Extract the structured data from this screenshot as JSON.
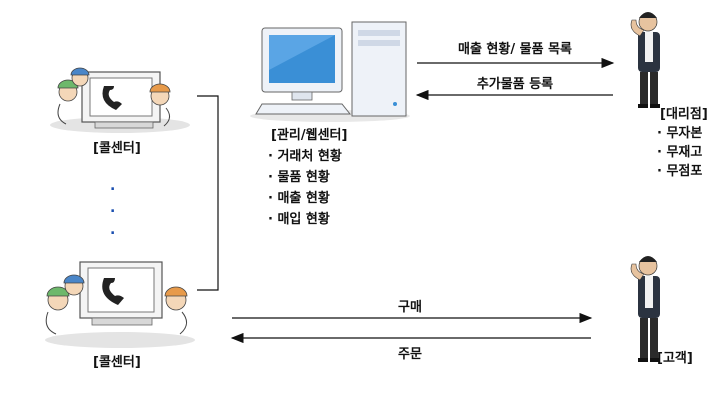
{
  "center": {
    "label": "[관리/웹센터]",
    "items": [
      "· 거래처 현황",
      "· 물품 현황",
      "· 매출 현황",
      "· 매입 현황"
    ]
  },
  "callcenter_top": {
    "label": "[콜센터]"
  },
  "callcenter_bottom": {
    "label": "[콜센터]"
  },
  "ellipsis": ".",
  "agency": {
    "label": "[대리점]",
    "items": [
      "· 무자본",
      "· 무재고",
      "· 무점포"
    ]
  },
  "customer": {
    "label": "[고객]"
  },
  "arrows": {
    "to_agency": "매출 현황/ 물품 목록",
    "from_agency": "추가물품 등록",
    "to_customer": "구매",
    "from_customer": "주문"
  },
  "colors": {
    "monitor_screen": "#3a8fd6",
    "case": "#eef2f8",
    "line": "#111111",
    "cap_green": "#6db86b",
    "cap_blue": "#4a86c8",
    "cap_orange": "#e79a4a",
    "dot_blue": "#1a4fb0"
  }
}
